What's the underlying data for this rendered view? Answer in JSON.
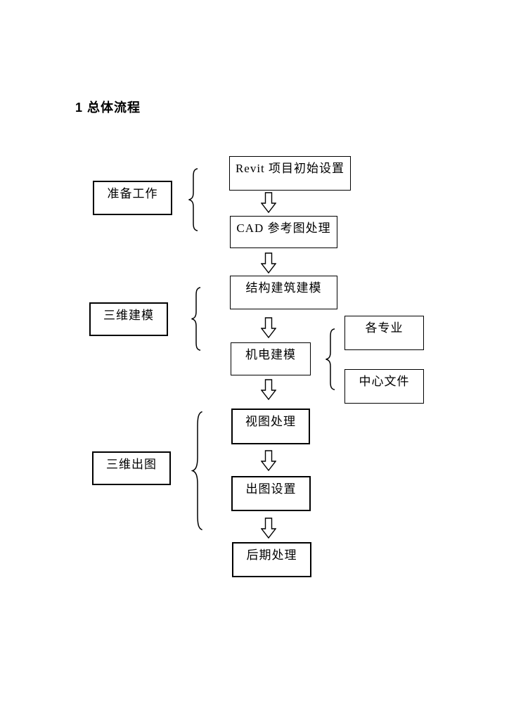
{
  "page": {
    "heading": "1 总体流程"
  },
  "flowchart": {
    "center_boxes": [
      {
        "label": "Revit 项目初始设置"
      },
      {
        "label": "CAD 参考图处理"
      },
      {
        "label": "结构建筑建模"
      },
      {
        "label": "机电建模"
      },
      {
        "label": "视图处理"
      },
      {
        "label": "出图设置"
      },
      {
        "label": "后期处理"
      }
    ],
    "left_groups": [
      {
        "label": "准备工作"
      },
      {
        "label": "三维建模"
      },
      {
        "label": "三维出图"
      }
    ],
    "right_boxes": [
      {
        "label": "各专业"
      },
      {
        "label": "中心文件"
      }
    ],
    "colors": {
      "line": "#000000",
      "text": "#000000",
      "page_background": "#ffffff"
    }
  }
}
